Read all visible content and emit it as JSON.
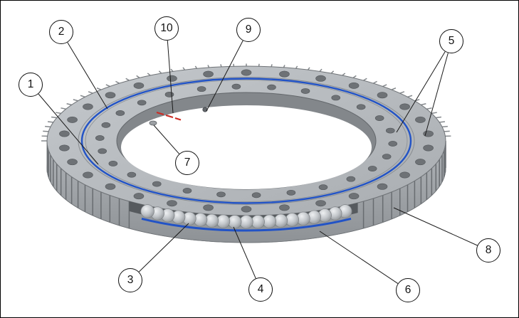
{
  "figure": {
    "background": "#ffffff",
    "frame_color": "#000000"
  },
  "colors": {
    "ring_top": "#b6babe",
    "ring_wall": "#a2a6aa",
    "ring_bottom": "#8e9296",
    "ring_edge": "#6f7377",
    "bore_wall": "#83878b",
    "recess": "#565a5e",
    "seal_blue": "#2253c6",
    "cage_green": "#2fae4e",
    "marking_red": "#cc2a22",
    "bolt_hole": "#6e7276",
    "leader_line": "#1a1a1a"
  },
  "callouts": [
    {
      "label": "1"
    },
    {
      "label": "2"
    },
    {
      "label": "3"
    },
    {
      "label": "4"
    },
    {
      "label": "5"
    },
    {
      "label": "6"
    },
    {
      "label": "7"
    },
    {
      "label": "8"
    },
    {
      "label": "9"
    },
    {
      "label": "10"
    }
  ]
}
